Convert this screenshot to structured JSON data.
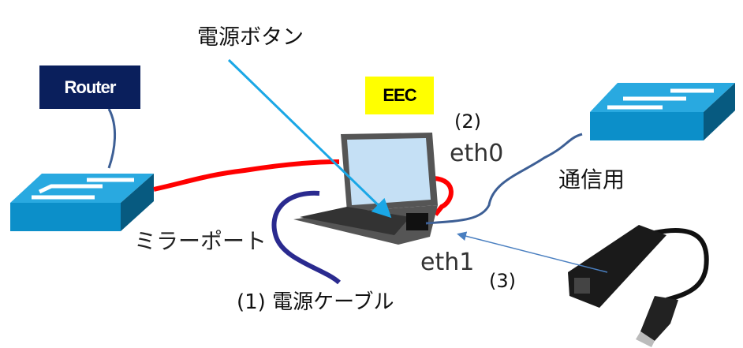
{
  "labels": {
    "power_button": "電源ボタン",
    "router": "Router",
    "eec": "EEC",
    "step2": "(2)",
    "eth0": "eth0",
    "communication": "通信用",
    "mirror_port": "ミラーポート",
    "eth1": "eth1",
    "step3": "(3)",
    "power_cable": "(1) 電源ケーブル"
  },
  "colors": {
    "router_bg": "#0a1f5c",
    "eec_bg": "#ffff00",
    "switch_top": "#29a9e0",
    "switch_front": "#0c8fc9",
    "switch_side": "#075a80",
    "mirror_cable": "#ff0000",
    "power_cable": "#2a2a8f",
    "comm_cable": "#3d5f95",
    "pointer_arrow": "#1aa7e6"
  }
}
